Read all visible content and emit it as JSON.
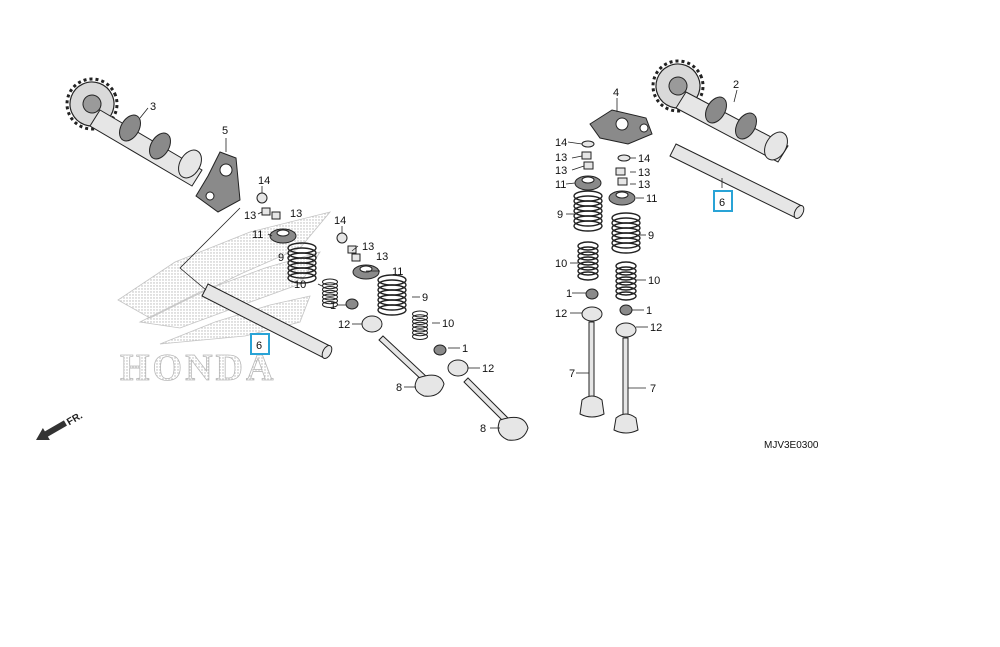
{
  "diagram_code": "MJV3E0300",
  "direction_label": "FR.",
  "watermark_logo": "HONDA",
  "callouts": {
    "n1": "1",
    "n2": "2",
    "n3": "3",
    "n4": "4",
    "n5": "5",
    "n6": "6",
    "n7": "7",
    "n8": "8",
    "n9": "9",
    "n10": "10",
    "n11": "11",
    "n12": "12",
    "n13": "13",
    "n14": "14"
  },
  "colors": {
    "highlight_box": "#29a3d6",
    "line_art": "#222222",
    "part_fill": "#e6e6e6"
  }
}
